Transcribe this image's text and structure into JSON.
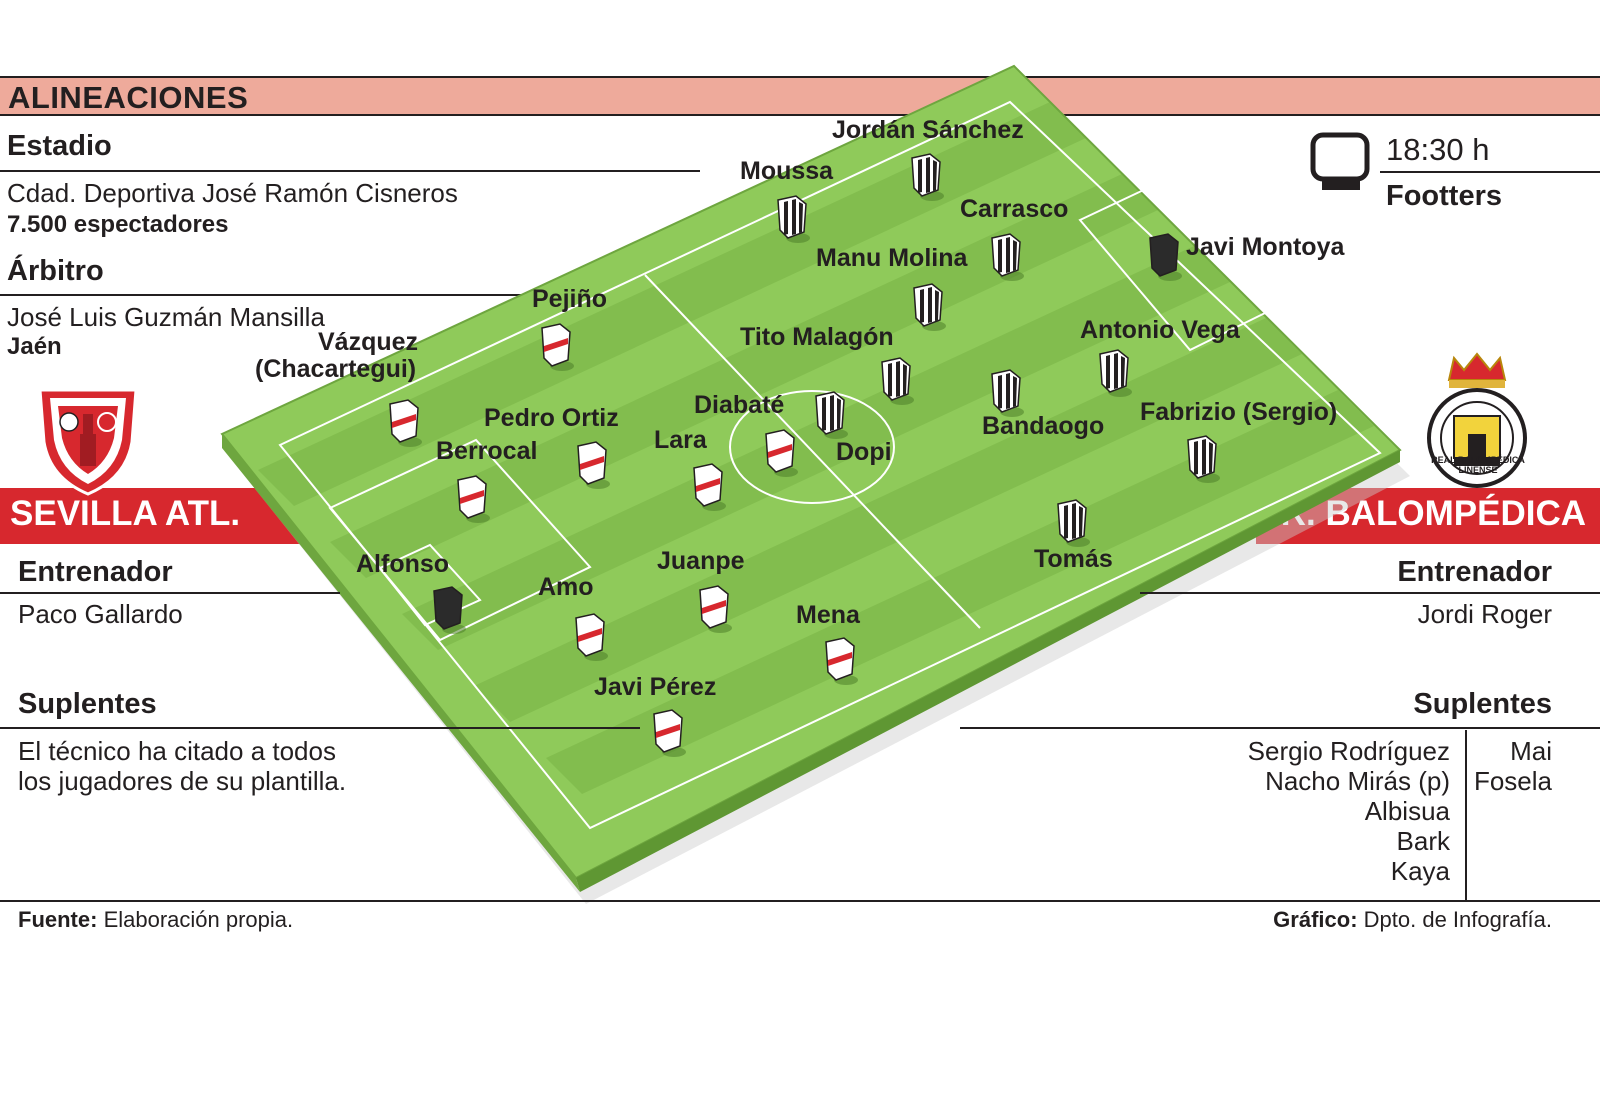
{
  "header": {
    "title": "ALINEACIONES"
  },
  "info": {
    "stadium_heading": "Estadio",
    "stadium_name": "Cdad. Deportiva José Ramón Cisneros",
    "spectators": "7.500 espectadores",
    "referee_heading": "Árbitro",
    "referee_name": "José Luis Guzmán Mansilla",
    "referee_origin": "Jaén"
  },
  "broadcast": {
    "time": "18:30 h",
    "channel": "Footters",
    "icon": "tv-icon"
  },
  "home": {
    "name": "SEVILLA ATL.",
    "coach_heading": "Entrenador",
    "coach": "Paco Gallardo",
    "subs_heading": "Suplentes",
    "subs_note_1": "El técnico ha citado a todos",
    "subs_note_2": "los jugadores de su plantilla.",
    "colors": {
      "shirt": "#ffffff",
      "stripe": "#d7282e",
      "bar": "#d7282e"
    },
    "players": [
      "Alfonso",
      "Amo",
      "Berrocal",
      "Javi Pérez",
      "Juanpe",
      "Lara",
      "Pedro Ortiz",
      "Vázquez",
      "(Chacartegui)",
      "Pejiño",
      "Mena",
      "Diabaté"
    ]
  },
  "away": {
    "name": "R. BALOMPÉDICA",
    "coach_heading": "Entrenador",
    "coach": "Jordi Roger",
    "subs_heading": "Suplentes",
    "subs_col1": [
      "Sergio Rodríguez",
      "Nacho Mirás (p)",
      "Albisua",
      "Bark",
      "Kaya"
    ],
    "subs_col2": [
      "Mai",
      "Fosela"
    ],
    "colors": {
      "shirt": "#ffffff",
      "stripe": "#231f20"
    },
    "players": [
      "Javi Montoya",
      "Antonio Vega",
      "Fabrizio (Sergio)",
      "Carrasco",
      "Jordán Sánchez",
      "Moussa",
      "Manu Molina",
      "Tito Malagón",
      "Bandaogo",
      "Dopi",
      "Tomás"
    ]
  },
  "crest_away": {
    "text": "REAL BALOMPÉDICA LINENSE"
  },
  "footer": {
    "source_label": "Fuente:",
    "source_text": " Elaboración propia.",
    "graphic_label": "Gráfico:",
    "graphic_text": " Dpto. de Infografía."
  },
  "pitch": {
    "grass_light": "#8fca5a",
    "grass_dark": "#82bd4e"
  }
}
